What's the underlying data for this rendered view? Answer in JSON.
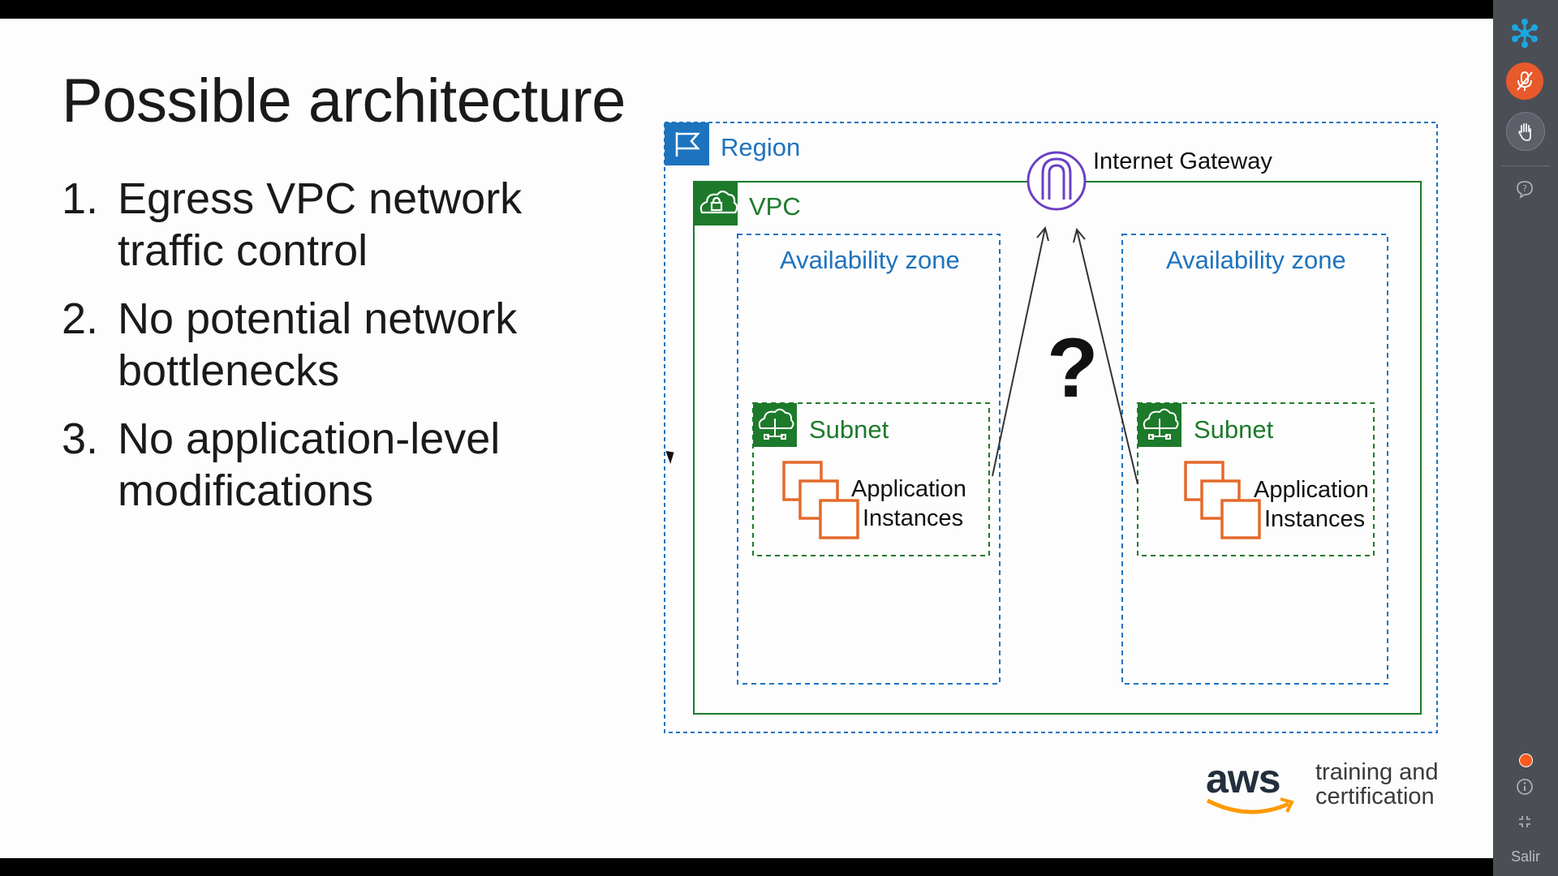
{
  "slide": {
    "title": "Possible architecture",
    "items": [
      {
        "num": "1.",
        "text": "Egress VPC network traffic control"
      },
      {
        "num": "2.",
        "text": "No potential network bottlenecks"
      },
      {
        "num": "3.",
        "text": "No application-level modifications"
      }
    ]
  },
  "diagram": {
    "region_label": "Region",
    "vpc_label": "VPC",
    "igw_label": "Internet Gateway",
    "az_left_label": "Availability zone",
    "az_right_label": "Availability zone",
    "subnet_left_label": "Subnet",
    "subnet_right_label": "Subnet",
    "instances_left_line1": "Application",
    "instances_left_line2": "Instances",
    "instances_right_line1": "Application",
    "instances_right_line2": "Instances",
    "question_mark": "?",
    "colors": {
      "region": "#1e73be",
      "vpc": "#1d7a2b",
      "igw": "#8a3ffc",
      "ec2": "#e46a2c"
    }
  },
  "branding": {
    "logo_text": "aws",
    "tagline_line1": "training and",
    "tagline_line2": "certification"
  },
  "sidebar": {
    "icons": [
      "logo-icon",
      "microphone-icon",
      "raise-hand-icon",
      "help-icon",
      "recording-indicator-icon",
      "info-icon",
      "collapse-icon"
    ],
    "exit_label": "Salir",
    "colors": {
      "mic": "#e8592b",
      "logo": "#1aa7e0",
      "record": "#ff5a1f"
    }
  }
}
